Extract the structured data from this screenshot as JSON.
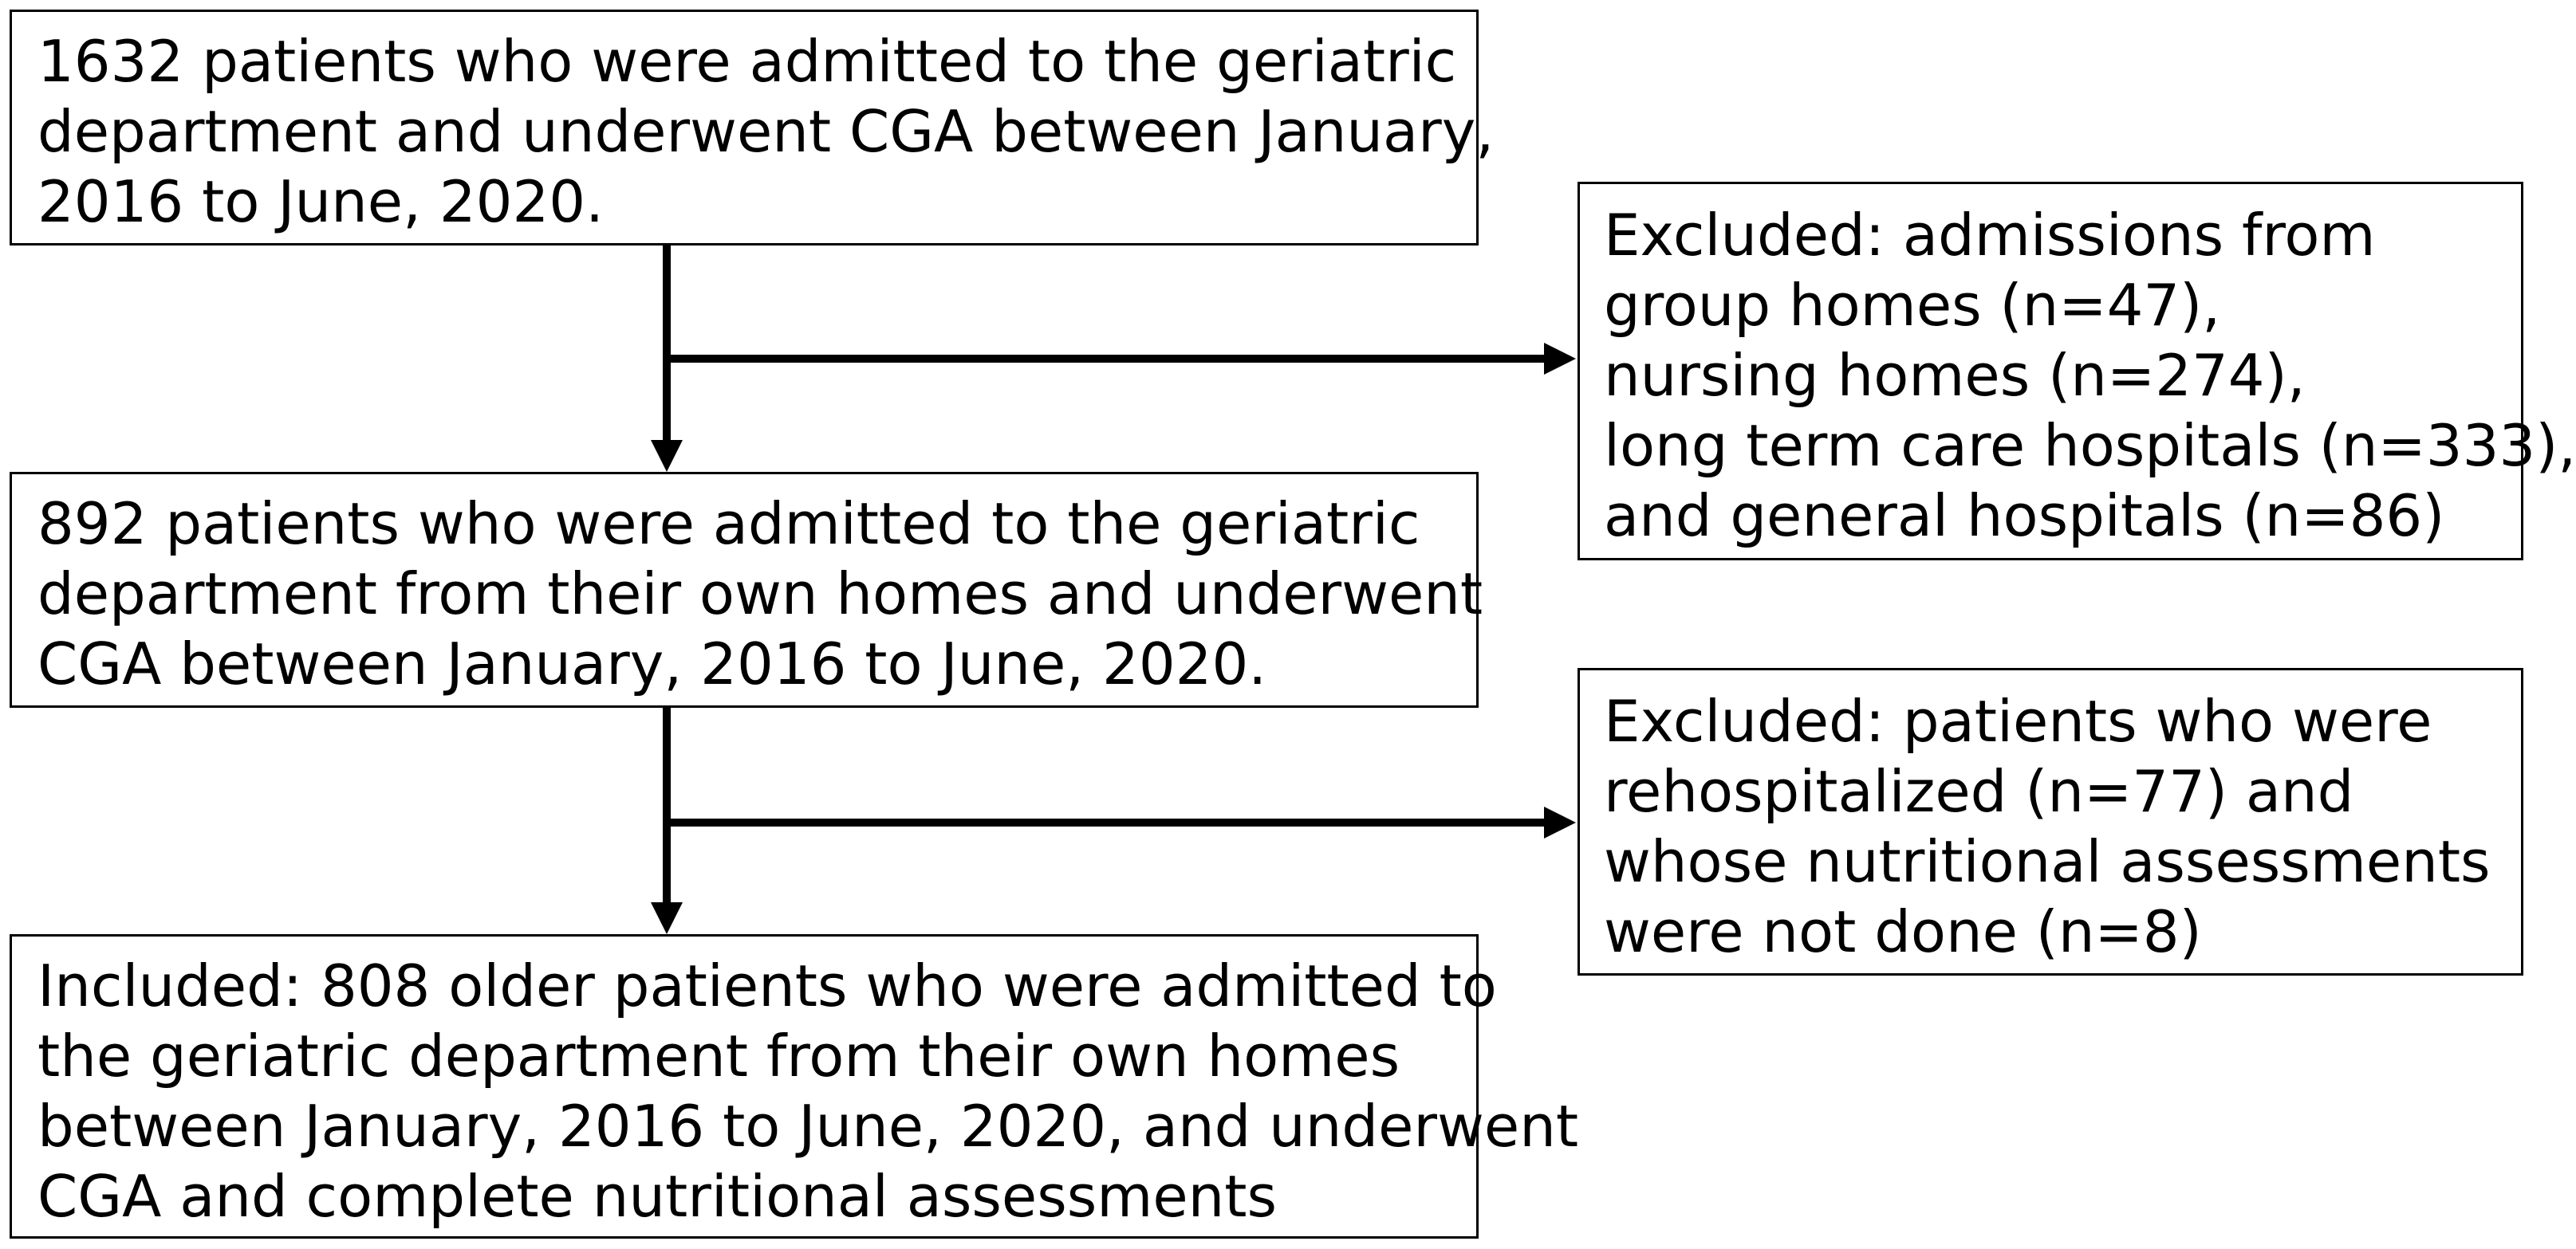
{
  "flowchart": {
    "stage1": {
      "lines": [
        "1632 patients who were admitted to the geriatric",
        "department and underwent CGA between January,",
        "2016 to June, 2020."
      ]
    },
    "exclusion1": {
      "lines": [
        "Excluded: admissions from",
        "group homes (n=47),",
        "nursing homes (n=274),",
        "long term care hospitals (n=333),",
        "and general hospitals (n=86)"
      ]
    },
    "stage2": {
      "lines": [
        "892 patients who were admitted to the geriatric",
        "department from their own homes and underwent",
        "CGA between January, 2016 to June, 2020."
      ]
    },
    "exclusion2": {
      "lines": [
        "Excluded: patients who were",
        "rehospitalized (n=77) and",
        "whose nutritional assessments",
        "were not done (n=8)"
      ]
    },
    "stage3": {
      "lines": [
        "Included: 808 older patients who were admitted to",
        "the geriatric department from their own homes",
        "between January, 2016 to June, 2020, and underwent",
        "CGA and complete nutritional assessments"
      ]
    }
  },
  "colors": {
    "stroke": "#000000",
    "background": "#ffffff"
  }
}
